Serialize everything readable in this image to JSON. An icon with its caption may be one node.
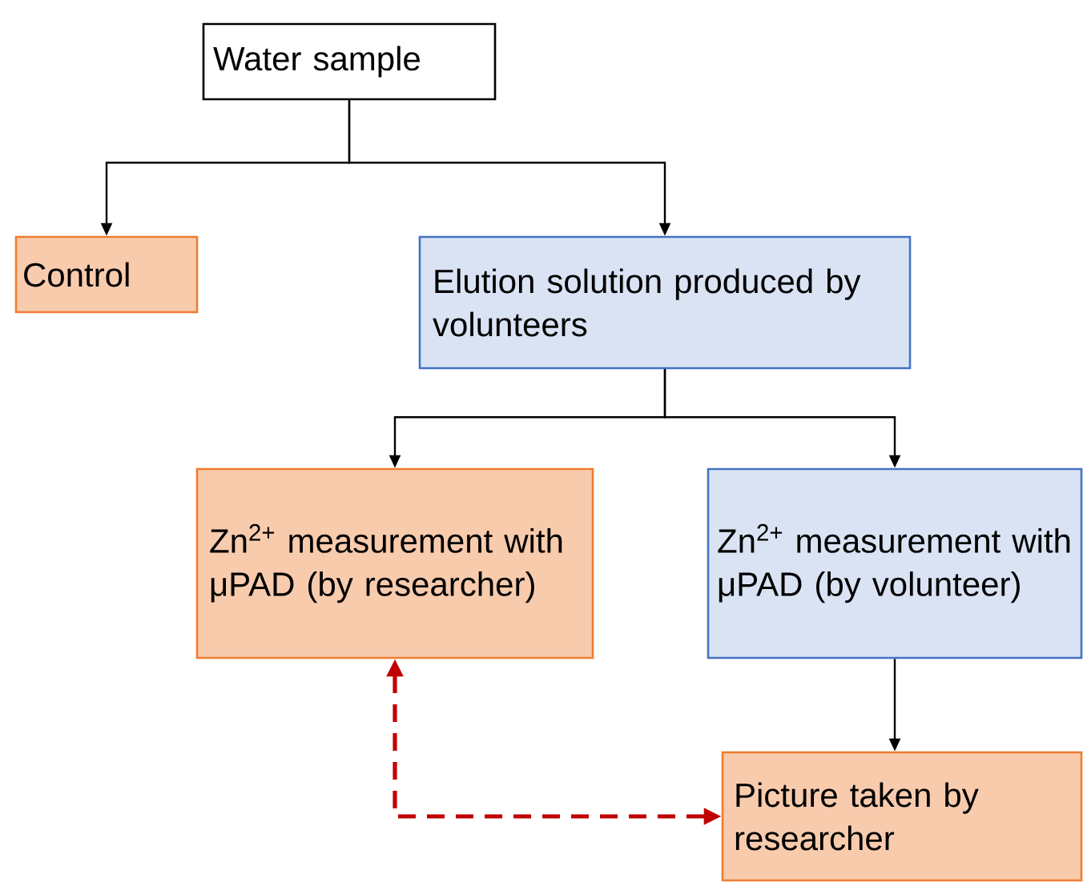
{
  "diagram": {
    "nodes": [
      {
        "text": [
          "Water sample"
        ]
      },
      {
        "text": [
          "Control"
        ]
      },
      {
        "text": [
          "Elution solution produced by volunteers"
        ]
      },
      {
        "text": [
          "Zn$^{2+}$ measurement with μPAD (by researcher)"
        ]
      },
      {
        "text": [
          "Zn$^{2+}$ measurement with μPAD (by volunteer)"
        ]
      },
      {
        "text": [
          "Picture taken by researcher"
        ]
      }
    ],
    "edges": [
      {
        "from": 0,
        "to": 1,
        "arrow": "to"
      },
      {
        "from": 0,
        "to": 2,
        "arrow": "to"
      },
      {
        "from": 2,
        "to": 3,
        "arrow": "to"
      },
      {
        "from": 2,
        "to": 4,
        "arrow": "to"
      },
      {
        "from": 4,
        "to": 5,
        "arrow": "to"
      },
      {
        "from": 3,
        "to": 5,
        "arrow": "both",
        "style": "dashed",
        "color": "#c00000"
      }
    ]
  }
}
